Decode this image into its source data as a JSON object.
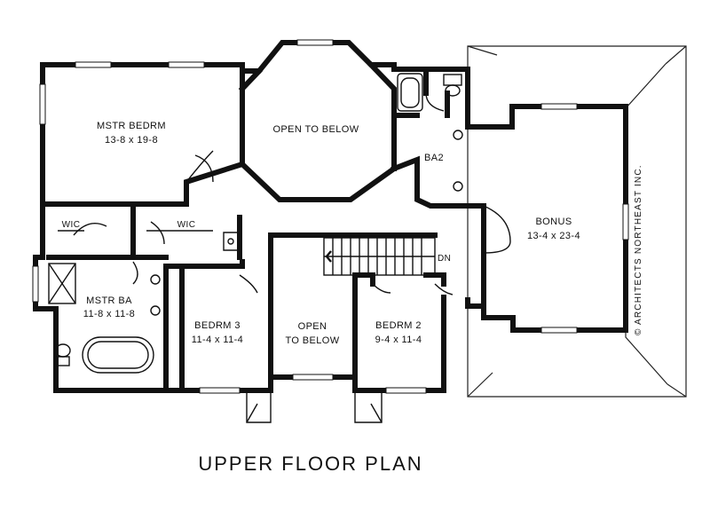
{
  "plan": {
    "title": "UPPER FLOOR PLAN",
    "copyright": "© ARCHITECTS NORTHEAST INC.",
    "stair_label": "DN",
    "rooms": {
      "mstr_bedrm": {
        "name": "MSTR BEDRM",
        "size": "13-8 x 19-8"
      },
      "open_to_below_top": {
        "name": "OPEN TO BELOW"
      },
      "ba2": {
        "name": "BA2"
      },
      "bonus": {
        "name": "BONUS",
        "size": "13-4 x 23-4"
      },
      "wic_left": {
        "name": "WIC"
      },
      "wic_right": {
        "name": "WIC"
      },
      "mstr_ba": {
        "name": "MSTR BA",
        "size": "11-8 x 11-8"
      },
      "bedrm3": {
        "name": "BEDRM 3",
        "size": "11-4 x 11-4"
      },
      "open_to_below_mid": {
        "line1": "OPEN",
        "line2": "TO BELOW"
      },
      "bedrm2": {
        "name": "BEDRM 2",
        "size": "9-4 x 11-4"
      }
    }
  }
}
